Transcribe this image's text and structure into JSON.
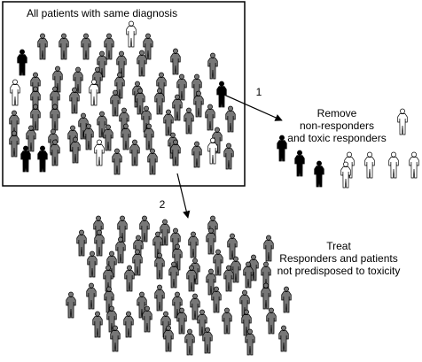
{
  "box": {
    "title": "All patients with same diagnosis"
  },
  "step1": {
    "number": "1",
    "lines": [
      "Remove",
      "non-responders",
      "and toxic responders"
    ]
  },
  "step2": {
    "number": "2",
    "lines": [
      "Treat",
      "Responders and patients",
      "not predisposed to toxicity"
    ]
  },
  "colors": {
    "responder": "#777777",
    "toxic": "#000000",
    "non_responder": "#ffffff",
    "outline": "#000000"
  },
  "icon": "person-icon"
}
